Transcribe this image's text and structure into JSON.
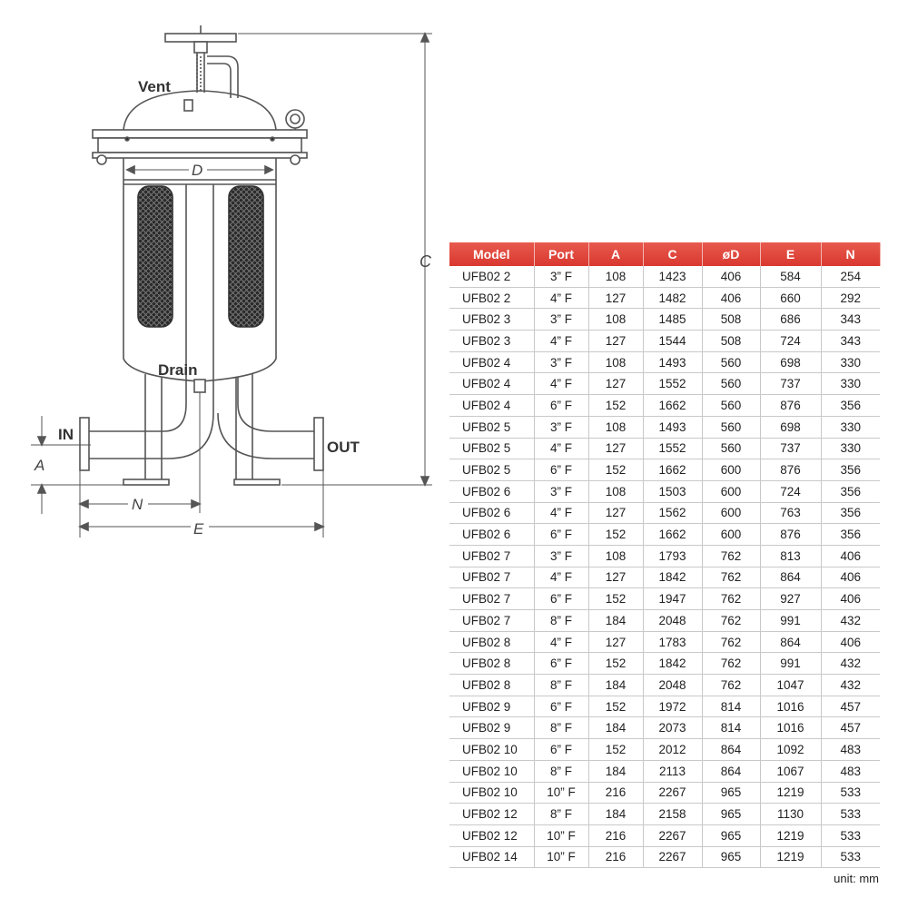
{
  "diagram": {
    "labels": {
      "vent": "Vent",
      "drain": "Drain",
      "inlet": "IN",
      "outlet": "OUT",
      "dim_a": "A",
      "dim_c": "C",
      "dim_d": "D",
      "dim_e": "E",
      "dim_n": "N"
    }
  },
  "table": {
    "headers": [
      "Model",
      "Port",
      "A",
      "C",
      "øD",
      "E",
      "N"
    ],
    "rows": [
      [
        "UFB02 2",
        "3” F",
        "108",
        "1423",
        "406",
        "584",
        "254"
      ],
      [
        "UFB02 2",
        "4” F",
        "127",
        "1482",
        "406",
        "660",
        "292"
      ],
      [
        "UFB02 3",
        "3” F",
        "108",
        "1485",
        "508",
        "686",
        "343"
      ],
      [
        "UFB02 3",
        "4” F",
        "127",
        "1544",
        "508",
        "724",
        "343"
      ],
      [
        "UFB02 4",
        "3” F",
        "108",
        "1493",
        "560",
        "698",
        "330"
      ],
      [
        "UFB02 4",
        "4” F",
        "127",
        "1552",
        "560",
        "737",
        "330"
      ],
      [
        "UFB02 4",
        "6” F",
        "152",
        "1662",
        "560",
        "876",
        "356"
      ],
      [
        "UFB02 5",
        "3” F",
        "108",
        "1493",
        "560",
        "698",
        "330"
      ],
      [
        "UFB02 5",
        "4” F",
        "127",
        "1552",
        "560",
        "737",
        "330"
      ],
      [
        "UFB02 5",
        "6” F",
        "152",
        "1662",
        "600",
        "876",
        "356"
      ],
      [
        "UFB02 6",
        "3” F",
        "108",
        "1503",
        "600",
        "724",
        "356"
      ],
      [
        "UFB02 6",
        "4” F",
        "127",
        "1562",
        "600",
        "763",
        "356"
      ],
      [
        "UFB02 6",
        "6” F",
        "152",
        "1662",
        "600",
        "876",
        "356"
      ],
      [
        "UFB02 7",
        "3” F",
        "108",
        "1793",
        "762",
        "813",
        "406"
      ],
      [
        "UFB02 7",
        "4” F",
        "127",
        "1842",
        "762",
        "864",
        "406"
      ],
      [
        "UFB02 7",
        "6” F",
        "152",
        "1947",
        "762",
        "927",
        "406"
      ],
      [
        "UFB02 7",
        "8” F",
        "184",
        "2048",
        "762",
        "991",
        "432"
      ],
      [
        "UFB02 8",
        "4” F",
        "127",
        "1783",
        "762",
        "864",
        "406"
      ],
      [
        "UFB02 8",
        "6” F",
        "152",
        "1842",
        "762",
        "991",
        "432"
      ],
      [
        "UFB02 8",
        "8” F",
        "184",
        "2048",
        "762",
        "1047",
        "432"
      ],
      [
        "UFB02 9",
        "6” F",
        "152",
        "1972",
        "814",
        "1016",
        "457"
      ],
      [
        "UFB02 9",
        "8” F",
        "184",
        "2073",
        "814",
        "1016",
        "457"
      ],
      [
        "UFB02 10",
        "6” F",
        "152",
        "2012",
        "864",
        "1092",
        "483"
      ],
      [
        "UFB02 10",
        "8” F",
        "184",
        "2113",
        "864",
        "1067",
        "483"
      ],
      [
        "UFB02 10",
        "10” F",
        "216",
        "2267",
        "965",
        "1219",
        "533"
      ],
      [
        "UFB02 12",
        "8” F",
        "184",
        "2158",
        "965",
        "1130",
        "533"
      ],
      [
        "UFB02 12",
        "10” F",
        "216",
        "2267",
        "965",
        "1219",
        "533"
      ],
      [
        "UFB02 14",
        "10” F",
        "216",
        "2267",
        "965",
        "1219",
        "533"
      ]
    ],
    "unit_note": "unit: mm"
  },
  "colors": {
    "header_bg": "#e0473f",
    "header_text": "#ffffff",
    "line": "#555555"
  }
}
